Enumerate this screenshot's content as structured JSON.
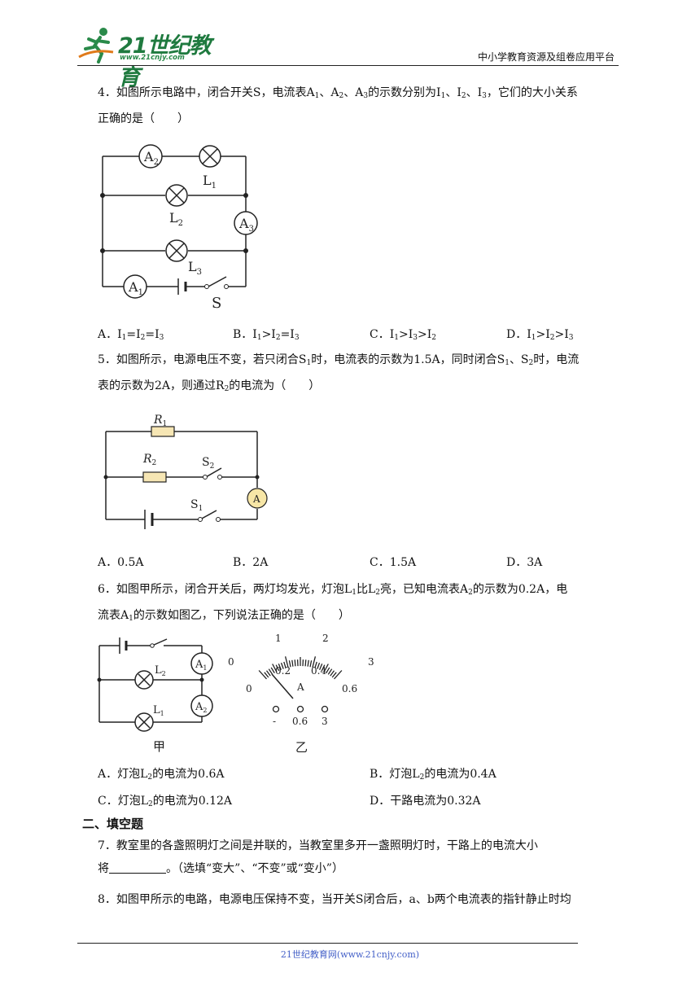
{
  "header": {
    "logo_text": "21世纪教育",
    "logo_url": "www.21cnjy.com",
    "right_text": "中小学教育资源及组卷应用平台"
  },
  "q4": {
    "stem_a": "4．如图所示电路中，闭合开关S，电流表A",
    "stem_b": "、A",
    "stem_c": "、A",
    "stem_d": "的示数分别为I",
    "stem_e": "、I",
    "stem_f": "、I",
    "stem_g": "，它们的大小关系",
    "stem_line2": "正确的是（　　）",
    "sub1": "1",
    "sub2": "2",
    "sub3": "3",
    "figure_labels": {
      "a1": "A",
      "a2": "A",
      "a3": "A",
      "l1": "L",
      "l2": "L",
      "l3": "L",
      "s": "S",
      "n1": "1",
      "n2": "2",
      "n3": "3"
    },
    "options": {
      "A": {
        "p": "A．I",
        "s1": "1",
        "m1": "=I",
        "s2": "2",
        "m2": "=I",
        "s3": "3"
      },
      "B": {
        "p": "B．I",
        "s1": "1",
        "m1": ">I",
        "s2": "2",
        "m2": "=I",
        "s3": "3"
      },
      "C": {
        "p": "C．I",
        "s1": "1",
        "m1": ">I",
        "s2": "3",
        "m2": ">I",
        "s3": "2"
      },
      "D": {
        "p": "D．I",
        "s1": "1",
        "m1": ">I",
        "s2": "2",
        "m2": ">I",
        "s3": "3"
      }
    }
  },
  "q5": {
    "line1_a": "5．如图所示，电源电压不变，若只闭合S",
    "line1_b": "时，电流表的示数为1.5A，同时闭合S",
    "line1_c": "、S",
    "line1_d": "时，电流",
    "line2_a": "表的示数为2A，则通过R",
    "line2_b": "的电流为（　　）",
    "sub1": "1",
    "sub2": "2",
    "figure_labels": {
      "r": "R",
      "s": "S",
      "a": "A",
      "n1": "1",
      "n2": "2"
    },
    "options": {
      "A": "A．0.5A",
      "B": "B．2A",
      "C": "C．1.5A",
      "D": "D．3A"
    }
  },
  "q6": {
    "line1_a": "6．如图甲所示，闭合开关后，两灯均发光，灯泡L",
    "line1_b": "比L",
    "line1_c": "亮，已知电流表A",
    "line1_d": "的示数为0.2A，电",
    "line2_a": "流表A",
    "line2_b": "的示数如图乙，下列说法正确的是（　　）",
    "sub1": "1",
    "sub2": "2",
    "figure_labels": {
      "a": "A",
      "l": "L",
      "n1": "1",
      "n2": "2",
      "jia": "甲",
      "yi": "乙",
      "top_scale": [
        "0",
        "1",
        "2",
        "3"
      ],
      "bottom_scale": [
        "0",
        "0.2",
        "0.4",
        "0.6"
      ],
      "unit": "A",
      "terminals": [
        "-",
        "0.6",
        "3"
      ]
    },
    "options": {
      "A": {
        "p": "A．灯泡L",
        "s": "2",
        "t": "的电流为0.6A"
      },
      "B": {
        "p": "B．灯泡L",
        "s": "2",
        "t": "的电流为0.4A"
      },
      "C": {
        "p": "C．灯泡L",
        "s": "2",
        "t": "的电流为0.12A"
      },
      "D": {
        "p": "D．干路电流为0.32A"
      }
    }
  },
  "section2": "二、填空题",
  "q7": {
    "line1": "7．教室里的各盏照明灯之间是并联的，当教室里多开一盏照明灯时，干路上的电流大小",
    "line2_a": "将",
    "line2_b": "。（选填“变大”、“不变”或“变小”）"
  },
  "q8": {
    "line1": "8．如图甲所示的电路，电源电压保持不变，当开关S闭合后，a、b两个电流表的指针静止时均"
  },
  "footer": "21世纪教育网(www.21cnjy.com)"
}
